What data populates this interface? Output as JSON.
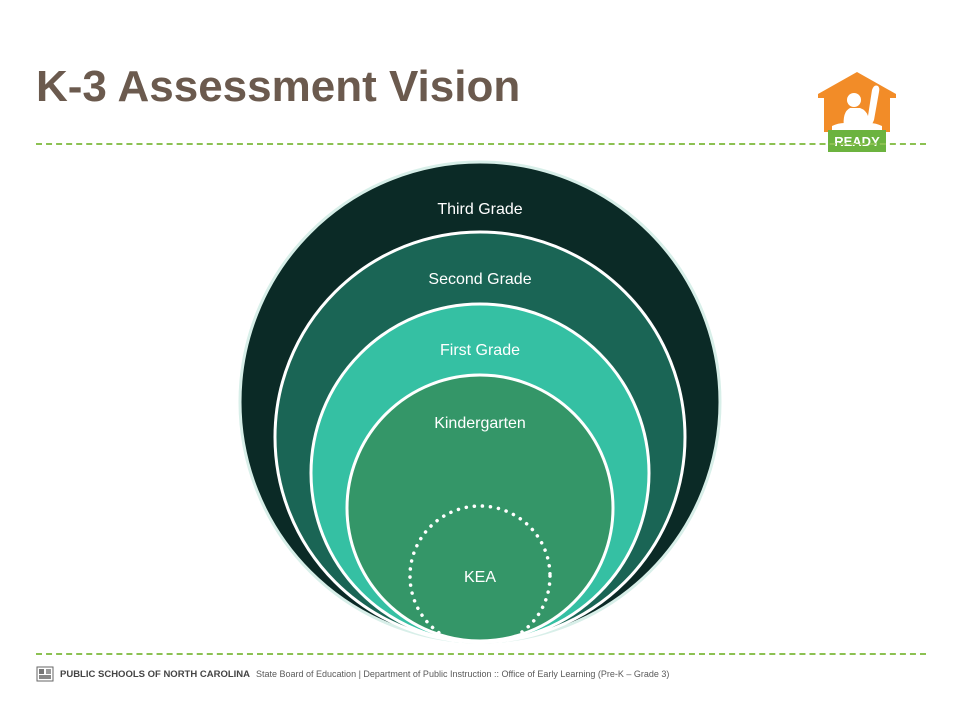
{
  "title": "K-3 Assessment Vision",
  "logo": {
    "text": "READY",
    "icon": "raised-hand-house-logo"
  },
  "diagram": {
    "rings": [
      {
        "label": "Third Grade",
        "color": "#0b2a26"
      },
      {
        "label": "Second Grade",
        "color": "#1a6555"
      },
      {
        "label": "First Grade",
        "color": "#35c0a3"
      },
      {
        "label": "Kindergarten",
        "color": "#349668"
      }
    ],
    "inner": {
      "label": "KEA"
    }
  },
  "footer": {
    "org": "PUBLIC SCHOOLS OF NORTH CAROLINA",
    "text": "State Board of Education | Department of Public Instruction  :: Office of Early Learning (Pre-K – Grade 3)"
  },
  "colors": {
    "title": "#6b5a4e",
    "divider": "#8cc152",
    "logo_orange": "#f28c28",
    "logo_green": "#6cb33f"
  }
}
